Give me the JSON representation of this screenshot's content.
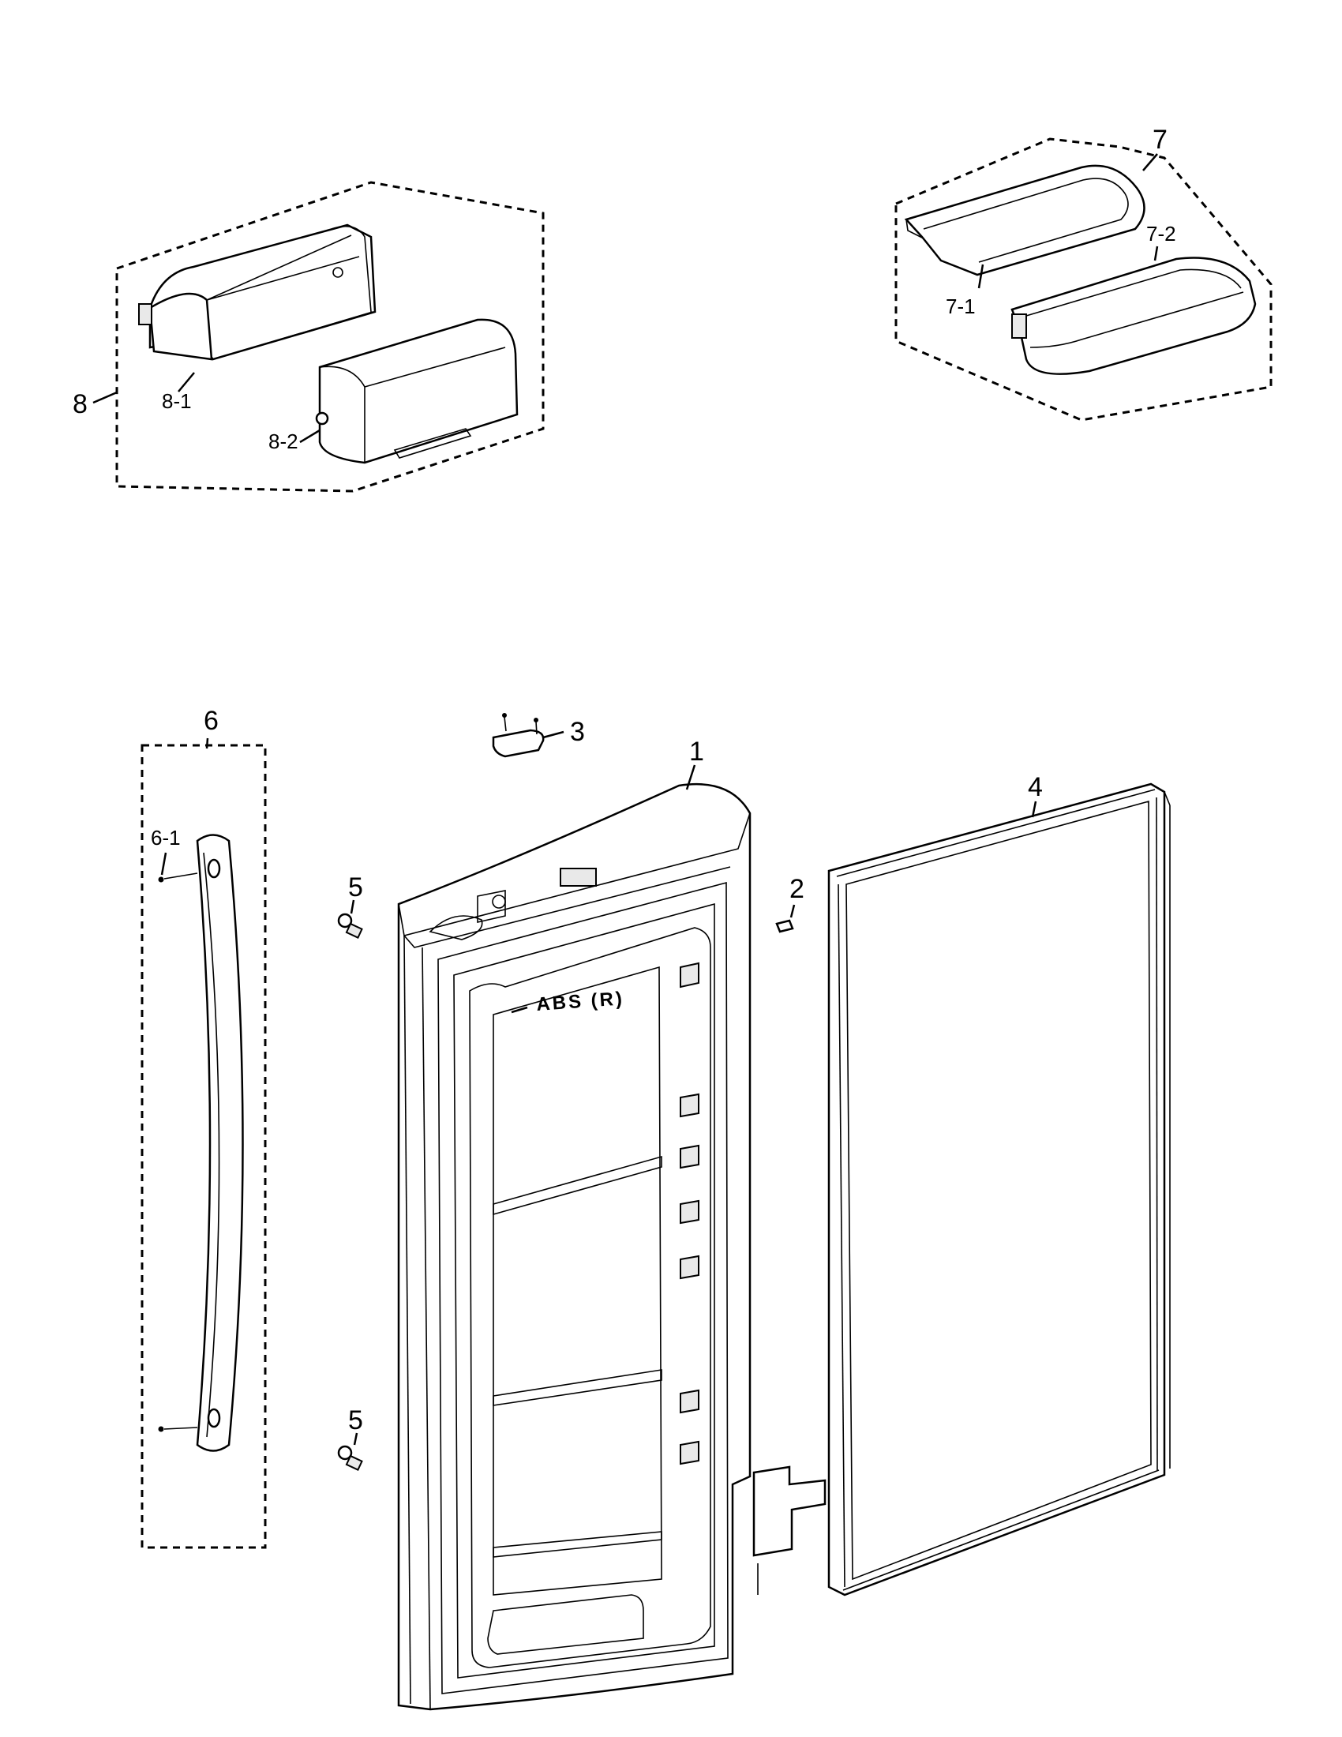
{
  "labels": {
    "door_assembly": "1",
    "part_2": "2",
    "hinge_cover": "3",
    "gasket": "4",
    "screw_upper": "5",
    "screw_lower": "5",
    "handle_assembly": "6",
    "handle_screw": "6-1",
    "guard_assembly": "7",
    "guard_7_1": "7-1",
    "guard_7_2": "7-2",
    "bin_assembly": "8",
    "bin_8_1": "8-1",
    "bin_8_2": "8-2"
  },
  "door_stamp": "ABS (R)",
  "colors": {
    "line": "#000000",
    "background": "#ffffff"
  }
}
